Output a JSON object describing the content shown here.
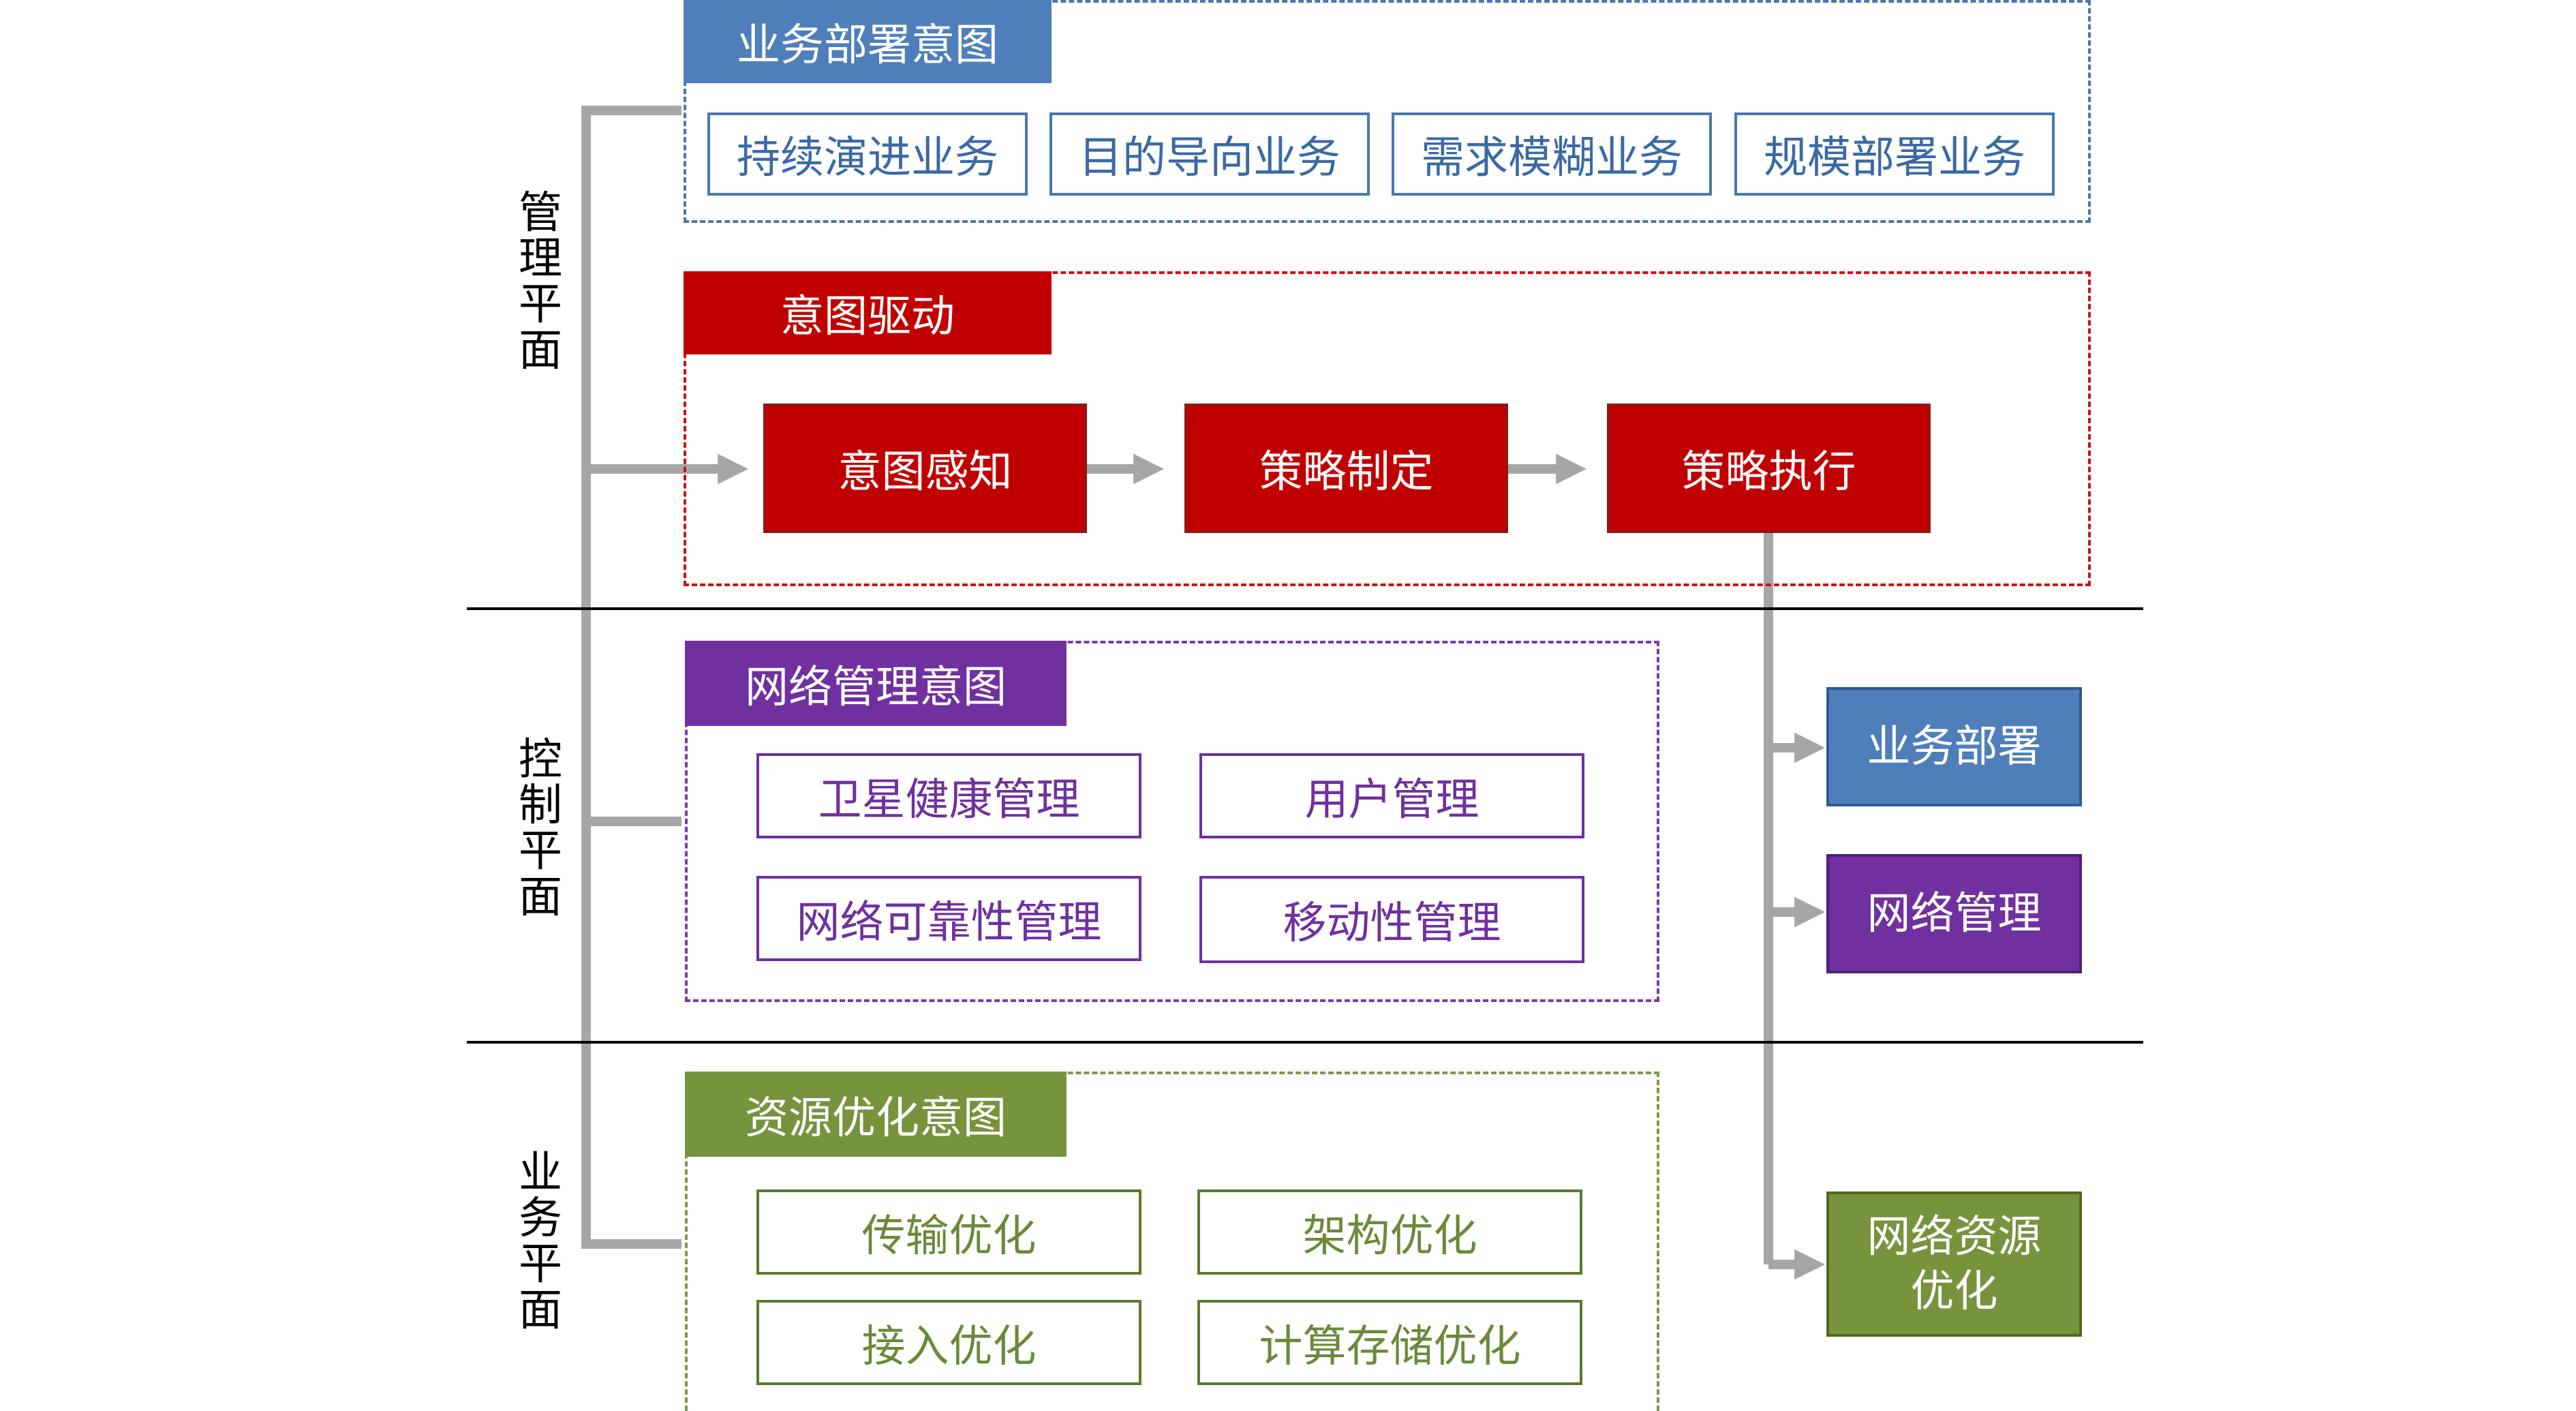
{
  "planes": {
    "management": [
      "管",
      "理",
      "平",
      "面"
    ],
    "control": [
      "控",
      "制",
      "平",
      "面"
    ],
    "business": [
      "业",
      "务",
      "平",
      "面"
    ]
  },
  "business_deployment_intent": {
    "title": "业务部署意图",
    "items": [
      "持续演进业务",
      "目的导向业务",
      "需求模糊业务",
      "规模部署业务"
    ]
  },
  "intent_driven": {
    "title": "意图驱动",
    "steps": [
      "意图感知",
      "策略制定",
      "策略执行"
    ]
  },
  "network_management_intent": {
    "title": "网络管理意图",
    "items": [
      "卫星健康管理",
      "用户管理",
      "网络可靠性管理",
      "移动性管理"
    ]
  },
  "resource_optimization_intent": {
    "title": "资源优化意图",
    "items": [
      "传输优化",
      "架构优化",
      "接入优化",
      "计算存储优化"
    ]
  },
  "outputs": {
    "business_deployment": "业务部署",
    "network_management": "网络管理",
    "network_resource_optimization": [
      "网络资源",
      "优化"
    ]
  },
  "colors": {
    "blue": "#4f7fbb",
    "red": "#c00000",
    "purple": "#7030a0",
    "green": "#77933c",
    "connector_gray": "#a6a6a6"
  }
}
